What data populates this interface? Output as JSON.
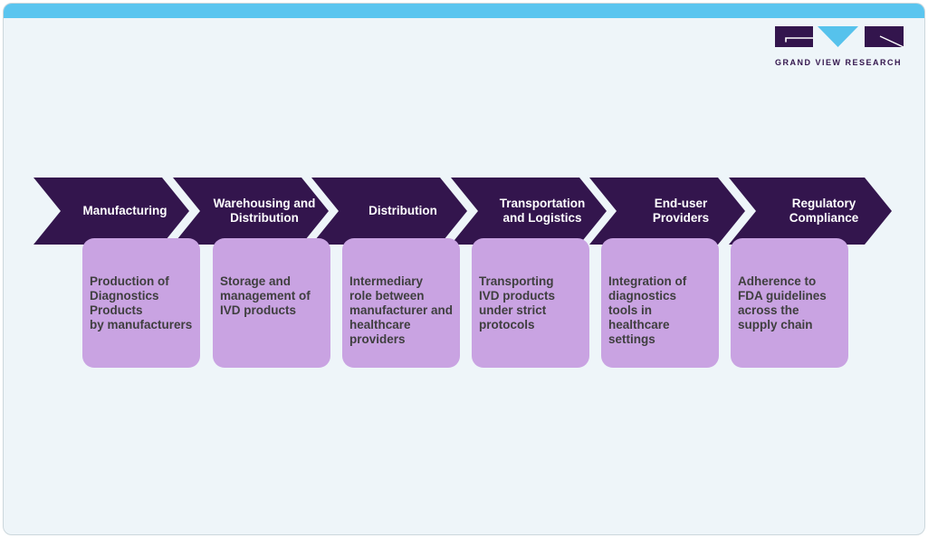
{
  "brand": {
    "name": "GRAND VIEW RESEARCH"
  },
  "colors": {
    "accent_bar": "#5bc5ef",
    "brand_purple": "#33154d",
    "brand_blue": "#56c2ec",
    "stage_arrow": "#33154d",
    "stage_box": "#c9a3e2",
    "page_background": "#eef5f9"
  },
  "flow": {
    "stages": [
      {
        "label": "Manufacturing",
        "description": "Production of\nDiagnostics\nProducts\nby manufacturers"
      },
      {
        "label": "Warehousing and\nDistribution",
        "description": "Storage and\nmanagement of\nIVD products"
      },
      {
        "label": "Distribution",
        "description": "Intermediary\nrole between\nmanufacturer and\nhealthcare\nproviders"
      },
      {
        "label": "Transportation\nand Logistics",
        "description": "Transporting\nIVD products\nunder strict\nprotocols"
      },
      {
        "label": "End-user\nProviders",
        "description": "Integration of\ndiagnostics\ntools in\nhealthcare\nsettings"
      },
      {
        "label": "Regulatory\nCompliance",
        "description": "Adherence to\nFDA guidelines\nacross the\nsupply chain"
      }
    ]
  }
}
